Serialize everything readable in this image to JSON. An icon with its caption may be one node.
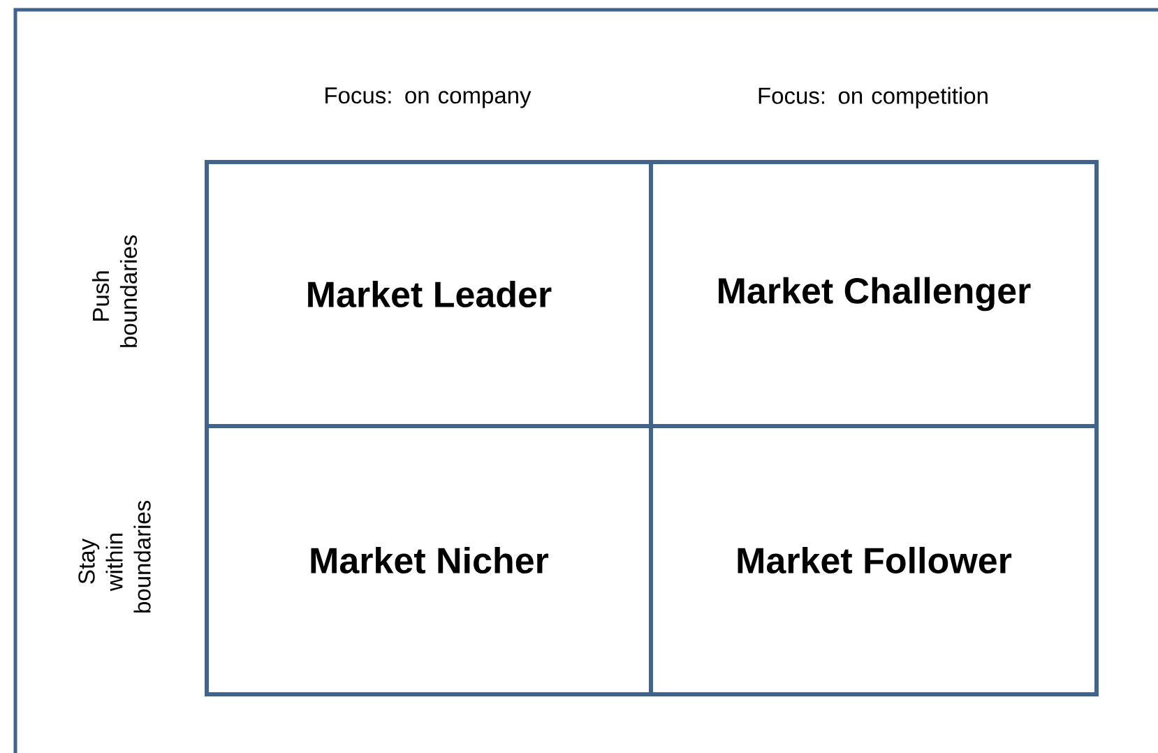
{
  "diagram": {
    "nodes": [
      {
        "text": [
          "Market Leader"
        ]
      },
      {
        "text": [
          "Market Challenger"
        ]
      },
      {
        "text": [
          "Market Nicher"
        ]
      },
      {
        "text": [
          "Market Follower"
        ]
      }
    ],
    "labels": [
      "Focus: on company",
      "Focus: on competition",
      "Push boundaries",
      "Stay within boundaries"
    ]
  }
}
